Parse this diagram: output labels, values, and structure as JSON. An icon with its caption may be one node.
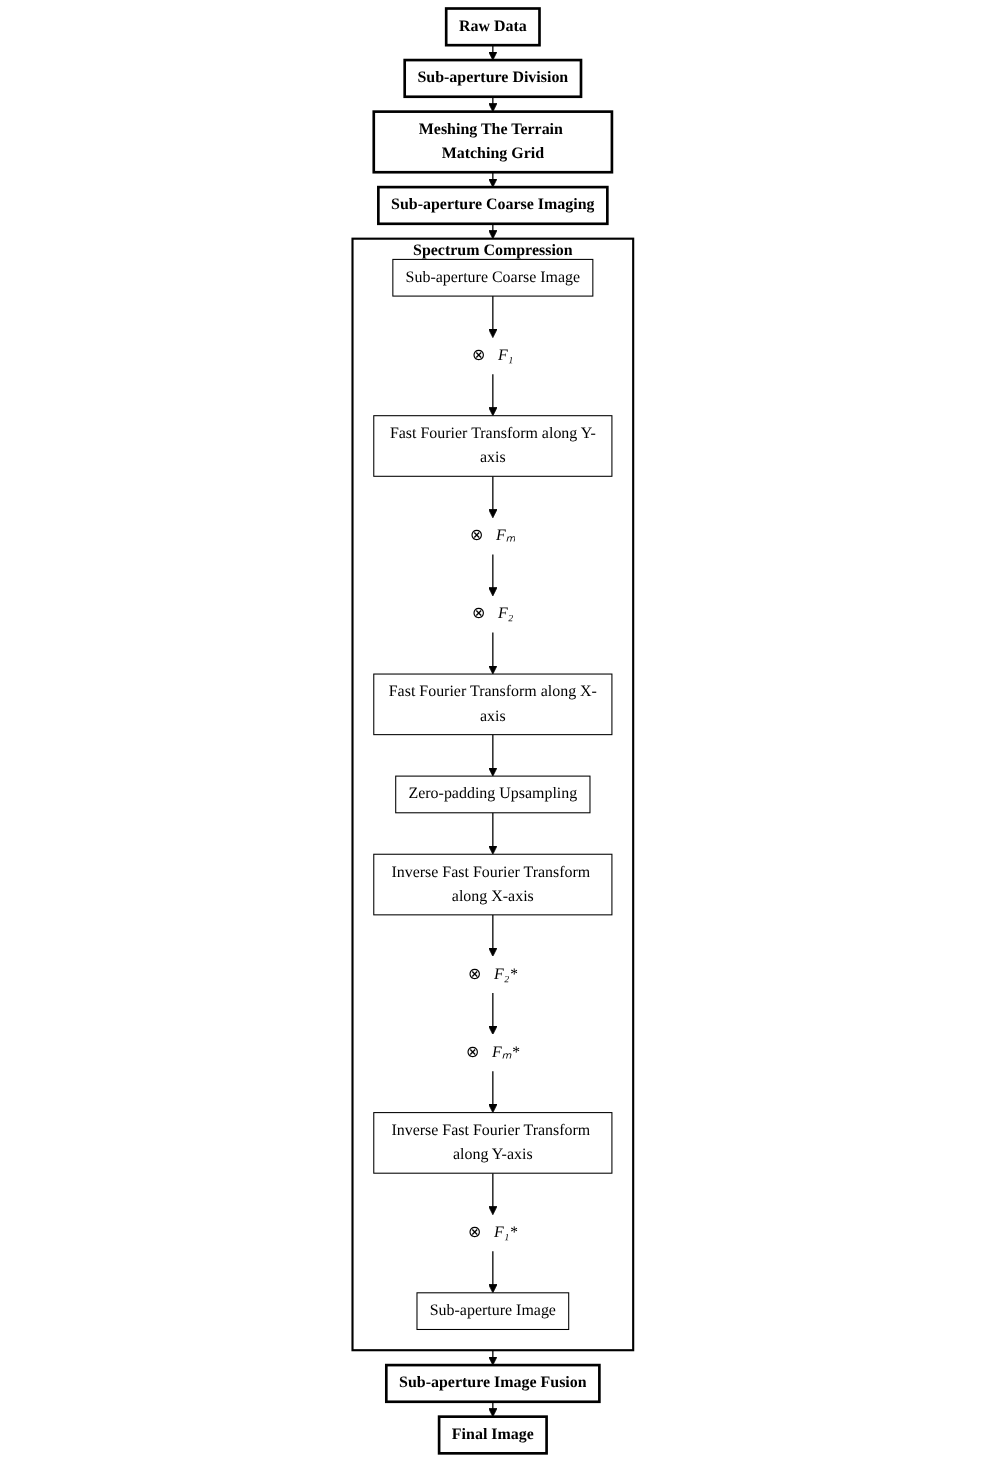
{
  "diagram": {
    "nodes": [
      {
        "text": [
          "Raw Data"
        ]
      },
      {
        "text": [
          "Sub-aperture Division"
        ]
      },
      {
        "text": [
          "Meshing The Terrain Matching Grid"
        ]
      },
      {
        "text": [
          "Sub-aperture Coarse Imaging"
        ]
      },
      {
        "text": [
          "Spectrum Compression"
        ]
      },
      {
        "text": [
          "Sub-aperture Coarse Image"
        ],
        "in": 4
      },
      {
        "text": [
          "⊗"
        ],
        "beside": [
          "F₁"
        ],
        "in": 4
      },
      {
        "text": [
          "Fast Fourier Transform along Y-axis"
        ],
        "in": 4
      },
      {
        "text": [
          "⊗"
        ],
        "beside": [
          "Fₘ"
        ],
        "in": 4
      },
      {
        "text": [
          "⊗"
        ],
        "beside": [
          "F₂"
        ],
        "in": 4
      },
      {
        "text": [
          "Fast Fourier Transform along X-axis"
        ],
        "in": 4
      },
      {
        "text": [
          "Zero-padding Upsampling"
        ],
        "in": 4
      },
      {
        "text": [
          "Inverse Fast Fourier Transform along X-axis"
        ],
        "in": 4
      },
      {
        "text": [
          "⊗"
        ],
        "beside": [
          "F₂*"
        ],
        "in": 4
      },
      {
        "text": [
          "⊗"
        ],
        "beside": [
          "Fₘ*"
        ],
        "in": 4
      },
      {
        "text": [
          "Inverse Fast Fourier Transform along Y-axis"
        ],
        "in": 4
      },
      {
        "text": [
          "⊗"
        ],
        "beside": [
          "F₁*"
        ],
        "in": 4
      },
      {
        "text": [
          "Sub-aperture Image"
        ],
        "in": 4
      },
      {
        "text": [
          "Sub-aperture Image Fusion"
        ]
      },
      {
        "text": [
          "Final Image"
        ]
      }
    ],
    "edges": [
      {
        "from": 0,
        "to": 1,
        "arrow": "to"
      },
      {
        "from": 1,
        "to": 2,
        "arrow": "to"
      },
      {
        "from": 2,
        "to": 3,
        "arrow": "to"
      },
      {
        "from": 3,
        "to": 4,
        "arrow": "to"
      },
      {
        "from": 5,
        "to": 6,
        "arrow": "to"
      },
      {
        "from": 6,
        "to": 7,
        "arrow": "to"
      },
      {
        "from": 7,
        "to": 8,
        "arrow": "to"
      },
      {
        "from": 8,
        "to": 9,
        "arrow": "to"
      },
      {
        "from": 9,
        "to": 10,
        "arrow": "to"
      },
      {
        "from": 10,
        "to": 11,
        "arrow": "to"
      },
      {
        "from": 11,
        "to": 12,
        "arrow": "to"
      },
      {
        "from": 12,
        "to": 13,
        "arrow": "to"
      },
      {
        "from": 13,
        "to": 14,
        "arrow": "to"
      },
      {
        "from": 14,
        "to": 15,
        "arrow": "to"
      },
      {
        "from": 15,
        "to": 16,
        "arrow": "to"
      },
      {
        "from": 16,
        "to": 17,
        "arrow": "to"
      },
      {
        "from": 4,
        "to": 18,
        "arrow": "to"
      },
      {
        "from": 18,
        "to": 19,
        "arrow": "to"
      }
    ]
  }
}
